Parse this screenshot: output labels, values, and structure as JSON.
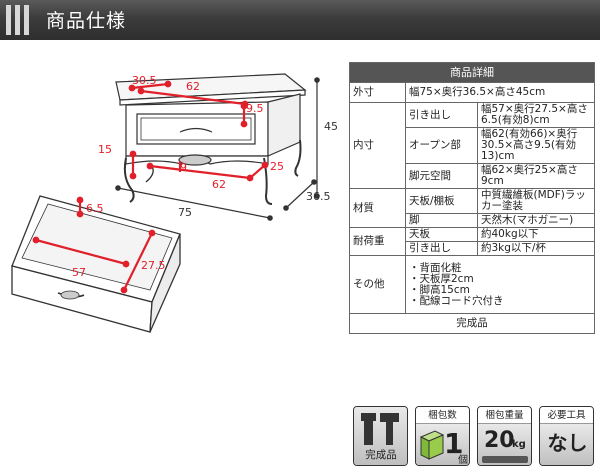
{
  "header": {
    "title": "商品仕様"
  },
  "diagram": {
    "table_top_depth": "30.5",
    "table_inner_width": "62",
    "table_inner_depth": "9.5",
    "height": "45",
    "leg_height": "15",
    "leg_space_depth": "9",
    "leg_space_width": "62",
    "leg_space_back": "25",
    "width": "75",
    "depth": "36.5",
    "drawer_height": "6.5",
    "drawer_width": "57",
    "drawer_depth": "27.5"
  },
  "spec": {
    "header": "商品詳細",
    "outer": {
      "label": "外寸",
      "value": "幅75×奥行36.5×高さ45cm"
    },
    "inner": {
      "label": "内寸",
      "drawer": {
        "label": "引き出し",
        "value": "幅57×奥行27.5×高さ6.5(有効8)cm"
      },
      "open": {
        "label": "オープン部",
        "value": "幅62(有効66)×奥行30.5×高さ9.5(有効13)cm"
      },
      "leg": {
        "label": "脚元空間",
        "value": "幅62×奥行25×高さ9cm"
      }
    },
    "material": {
      "label": "材質",
      "top": {
        "label": "天板/棚板",
        "value": "中質繊維板(MDF)ラッカー塗装"
      },
      "leg": {
        "label": "脚",
        "value": "天然木(マホガニー)"
      }
    },
    "load": {
      "label": "耐荷重",
      "top": {
        "label": "天板",
        "value": "約40kg以下"
      },
      "drawer": {
        "label": "引き出し",
        "value": "約3kg以下/杯"
      }
    },
    "other": {
      "label": "その他",
      "items": [
        "・背面化粧",
        "・天板厚2cm",
        "・脚高15cm",
        "・配線コード穴付き"
      ]
    },
    "footer": "完成品"
  },
  "badges": {
    "assembled": {
      "label": "完成品",
      "icon": "tools-icon"
    },
    "packages": {
      "caption": "梱包数",
      "value": "1",
      "unit": "個",
      "icon": "box-icon"
    },
    "weight": {
      "caption": "梱包重量",
      "value": "20",
      "unit": "kg",
      "icon": "scale-icon"
    },
    "tools": {
      "caption": "必要工具",
      "value": "なし"
    }
  },
  "colors": {
    "header_bg": "#3c3c3c",
    "dimension_red": "#e0202a",
    "table_header_bg": "#555555"
  }
}
